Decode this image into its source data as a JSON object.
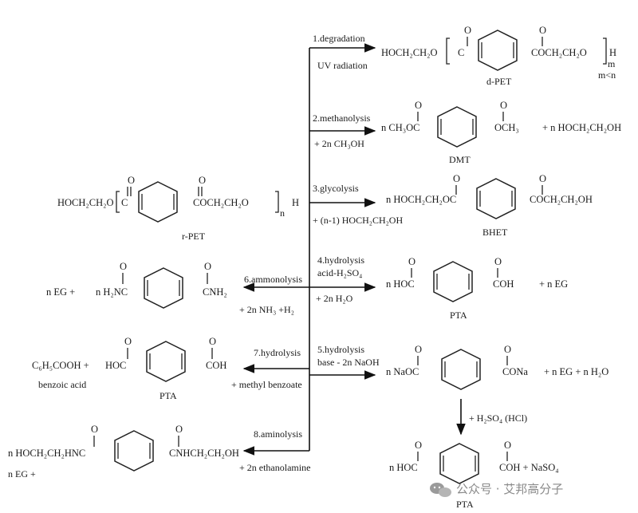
{
  "reactions": [
    {
      "label": "1.degradation",
      "cond": "UV radiation",
      "product": "HOCH₂CH₂O",
      "product2": "C",
      "product3": "COCH₂CH₂O",
      "product4": "H",
      "sub_m": "m",
      "sub_mn": "m<n",
      "name": "d-PET"
    },
    {
      "label": "2.methanolysis",
      "cond": "+ 2n CH₃OH",
      "product": "n CH₃OC",
      "product3": "OCH₃",
      "extra": "+ n HOCH₂CH₂OH",
      "name": "DMT"
    },
    {
      "label": "3.glycolysis",
      "cond": "+  (n-1) HOCH₂CH₂OH",
      "product": "n HOCH₂CH₂OC",
      "product3": "COCH₂CH₂OH",
      "name": "BHET"
    },
    {
      "label": "4.hydrolysis",
      "label2": "acid-H₂SO₄",
      "cond": "+ 2n H₂O",
      "product": "n HOC",
      "product3": "COH",
      "extra": "+ n EG",
      "name": "PTA"
    },
    {
      "label": "5.hydrolysis",
      "label2": "base - 2n NaOH",
      "product": "n NaOC",
      "product3": "CONa",
      "extra": "+ n EG + n H₂O"
    },
    {
      "label": "6.ammonolysis",
      "cond": "+ 2n NH₃ +H₂",
      "product": "n H₂NC",
      "product3": "CNH₂",
      "extra": "n EG +"
    },
    {
      "label": "7.hydrolysis",
      "cond": "+ methyl benzoate",
      "product": "HOC",
      "product3": "COH",
      "extra": "C₆H₅COOH +",
      "extra2": "benzoic acid",
      "name": "PTA"
    },
    {
      "label": "8.aminolysis",
      "cond": "+ 2n ethanolamine",
      "product": "n HOCH₂CH₂HNC",
      "product3": "CNHCH₂CH₂OH",
      "extra": "n EG +"
    }
  ],
  "rpet": {
    "left": "HOCH₂CH₂O",
    "mid": "C",
    "right": "COCH₂CH₂O",
    "end": "H",
    "sub_n": "n",
    "name": "r-PET"
  },
  "step5b": {
    "cond": "+ H₂SO₄ (HCl)",
    "product": "n HOC",
    "product3": "COH + NaSO₄",
    "name": "PTA"
  },
  "carbonyl_o": "O",
  "watermark": "公众号 · 艾邦高分子",
  "watermark_icon": "wechat-bubbles-icon"
}
